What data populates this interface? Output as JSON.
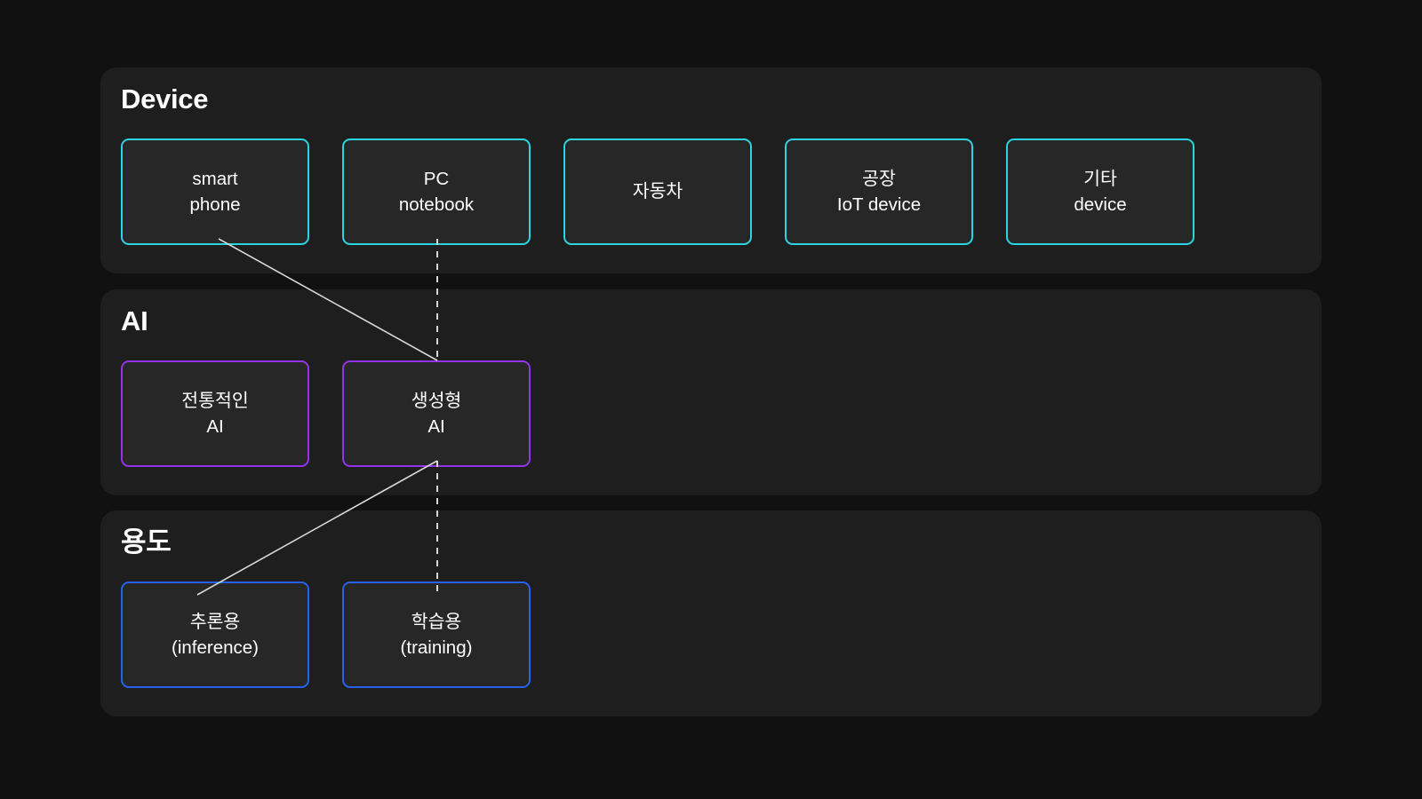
{
  "page": {
    "background": "#111111",
    "panel_background": "#1e1e1e",
    "node_background": "#272727",
    "text_color": "#ffffff",
    "connector_color": "#d8d8d8"
  },
  "sections": [
    {
      "id": "device",
      "title": "Device",
      "accent": "#2ad4e0",
      "nodes": [
        {
          "line1": "smart",
          "line2": "phone"
        },
        {
          "line1": "PC",
          "line2": "notebook"
        },
        {
          "line1": "자동차",
          "line2": ""
        },
        {
          "line1": "공장",
          "line2": "IoT device"
        },
        {
          "line1": "기타",
          "line2": "device"
        }
      ]
    },
    {
      "id": "ai",
      "title": "AI",
      "accent": "#9333ea",
      "nodes": [
        {
          "line1": "전통적인",
          "line2": "AI"
        },
        {
          "line1": "생성형",
          "line2": "AI"
        }
      ]
    },
    {
      "id": "usage",
      "title": "용도",
      "accent": "#2563eb",
      "nodes": [
        {
          "line1": "추론용",
          "line2": "(inference)"
        },
        {
          "line1": "학습용",
          "line2": "(training)"
        }
      ]
    }
  ],
  "connectors": [
    {
      "id": "smartphone-to-generative-ai",
      "style": "solid",
      "from": "smart phone",
      "to": "생성형 AI"
    },
    {
      "id": "pc-notebook-to-generative-ai",
      "style": "dashed",
      "from": "PC notebook",
      "to": "생성형 AI"
    },
    {
      "id": "generative-ai-to-inference",
      "style": "solid",
      "from": "생성형 AI",
      "to": "추론용 (inference)"
    },
    {
      "id": "generative-ai-to-training",
      "style": "dashed",
      "from": "생성형 AI",
      "to": "학습용 (training)"
    }
  ]
}
